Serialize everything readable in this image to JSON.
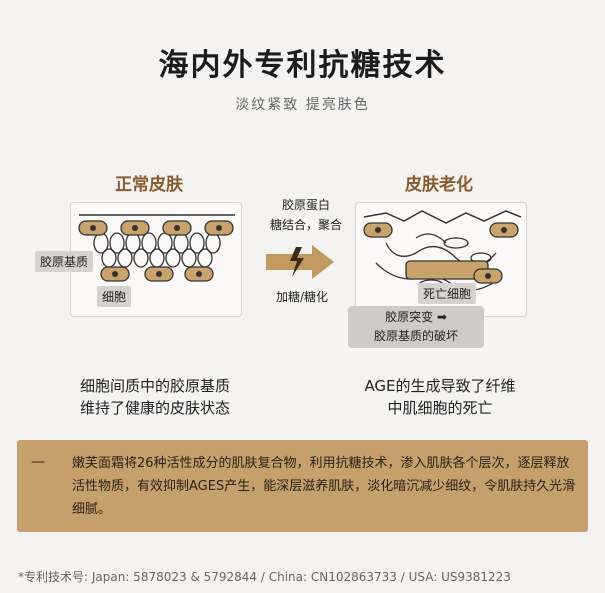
{
  "header": {
    "title": "海内外专利抗糖技术",
    "subtitle": "淡纹紧致 提亮肤色"
  },
  "left_panel": {
    "title": "正常皮肤",
    "tag_matrix": "胶原基质",
    "tag_cell": "细胞",
    "description_line1": "细胞间质中的胶原基质",
    "description_line2": "维持了健康的皮肤状态"
  },
  "arrow": {
    "top_line1": "胶原蛋白",
    "top_line2": "糖结合，聚合",
    "bottom": "加糖/糖化"
  },
  "right_panel": {
    "title": "皮肤老化",
    "tag_dead_cell": "死亡细胞",
    "callout_line1": "胶原突变 ➡",
    "callout_line2": "胶原基质的破坏",
    "description_line1": "AGE的生成导致了纤维",
    "description_line2": "中肌细胞的死亡"
  },
  "info": {
    "dash": "—",
    "text": "嫩芙面霜将26种活性成分的肌肤复合物，利用抗糖技术，渗入肌肤各个层次，逐层释放活性物质，有效抑制AGES产生，能深层滋养肌肤，淡化暗沉减少细纹，令肌肤持久光滑细腻。"
  },
  "footnote": "*专利技术号: Japan: 5878023 & 5792844 / China: CN102863733 / USA: US9381223",
  "colors": {
    "accent_brown": "#8b5a2b",
    "info_bg": "#c5a06a",
    "cell_fill": "#c9a36a",
    "arrow_fill": "#c29a5e"
  }
}
